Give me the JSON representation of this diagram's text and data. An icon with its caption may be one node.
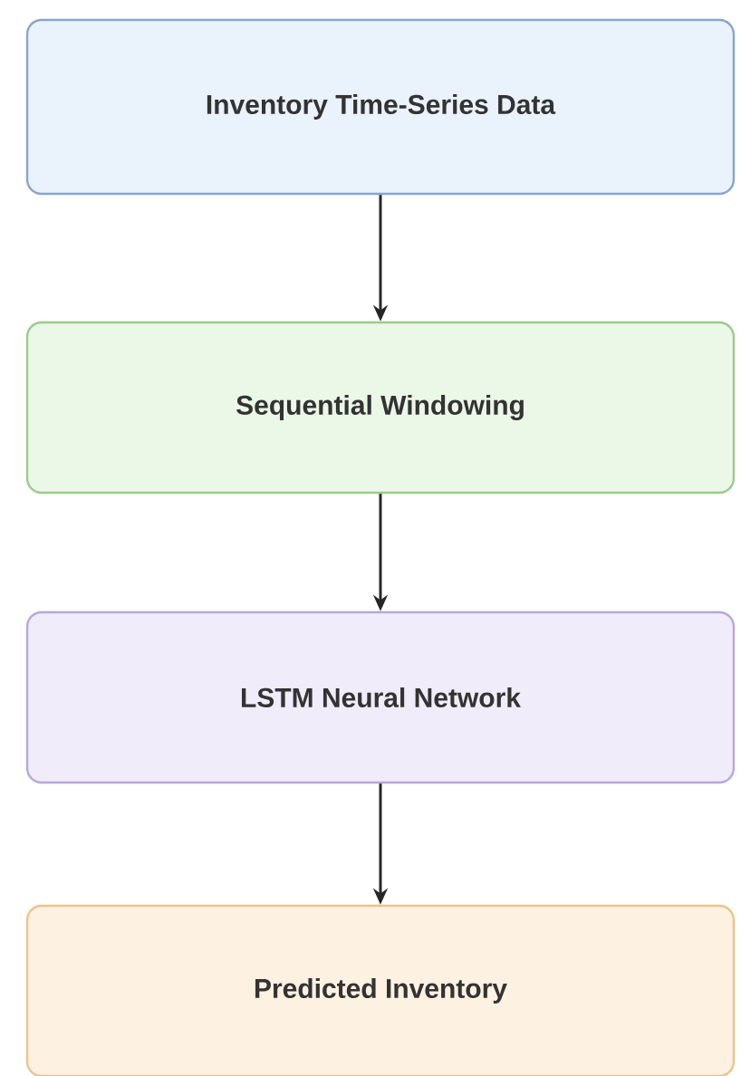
{
  "diagram": {
    "nodes": [
      {
        "text": [
          "Inventory Time-Series Data"
        ]
      },
      {
        "text": [
          "Sequential Windowing"
        ]
      },
      {
        "text": [
          "LSTM Neural Network"
        ]
      },
      {
        "text": [
          "Predicted Inventory"
        ]
      }
    ],
    "edges": [
      {
        "from": 0,
        "to": 1,
        "arrow": "to"
      },
      {
        "from": 1,
        "to": 2,
        "arrow": "to"
      },
      {
        "from": 2,
        "to": 3,
        "arrow": "to"
      }
    ]
  }
}
